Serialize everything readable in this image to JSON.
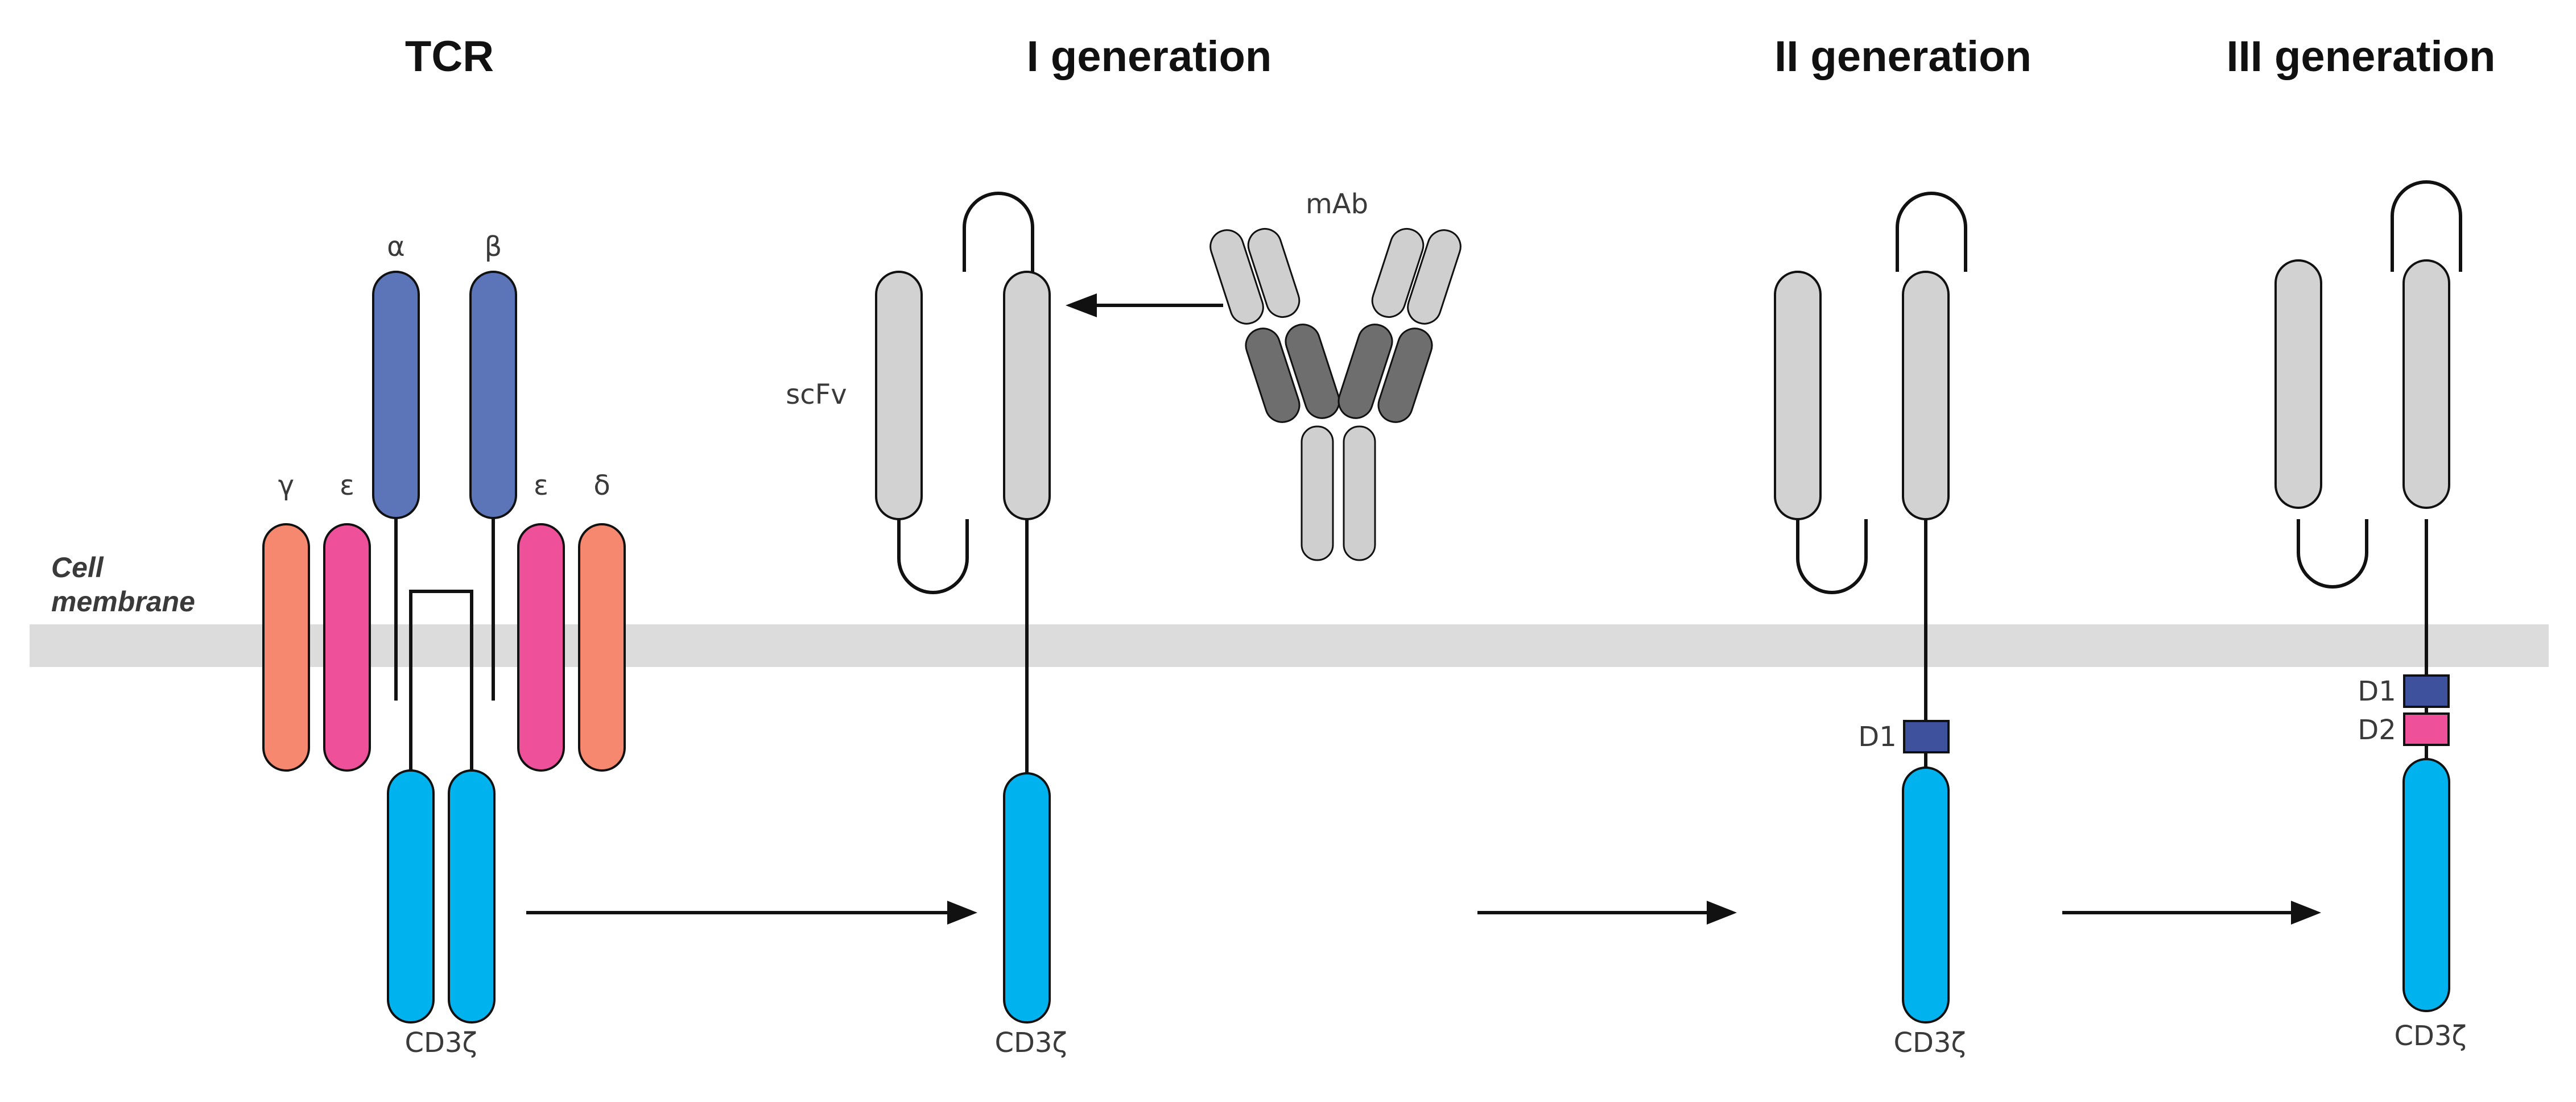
{
  "titles": {
    "tcr": "TCR",
    "gen1": "I generation",
    "gen2": "II generation",
    "gen3": "III generation"
  },
  "labels": {
    "cell_membrane_line1": "Cell",
    "cell_membrane_line2": "membrane",
    "alpha": "α",
    "beta": "β",
    "gamma": "γ",
    "epsilon_left": "ε",
    "epsilon_right": "ε",
    "delta": "δ",
    "cd3z_tcr": "CD3ζ",
    "cd3z_gen1": "CD3ζ",
    "cd3z_gen2": "CD3ζ",
    "cd3z_gen3": "CD3ζ",
    "scfv": "scFv",
    "mab": "mAb",
    "d1_gen2": "D1",
    "d1_gen3": "D1",
    "d2_gen3": "D2"
  },
  "colors": {
    "membrane": "#dcdcdc",
    "tcr_alpha_beta": "#5c75b9",
    "cd3_gamma_delta": "#f5886e",
    "cd3_epsilon": "#ef509a",
    "cd3_zeta": "#00b2ee",
    "scfv": "#d2d2d2",
    "mab_light": "#cfcfcf",
    "mab_dark": "#6e6e6e",
    "domain_d1": "#3d519c",
    "domain_d2": "#ef509a"
  }
}
